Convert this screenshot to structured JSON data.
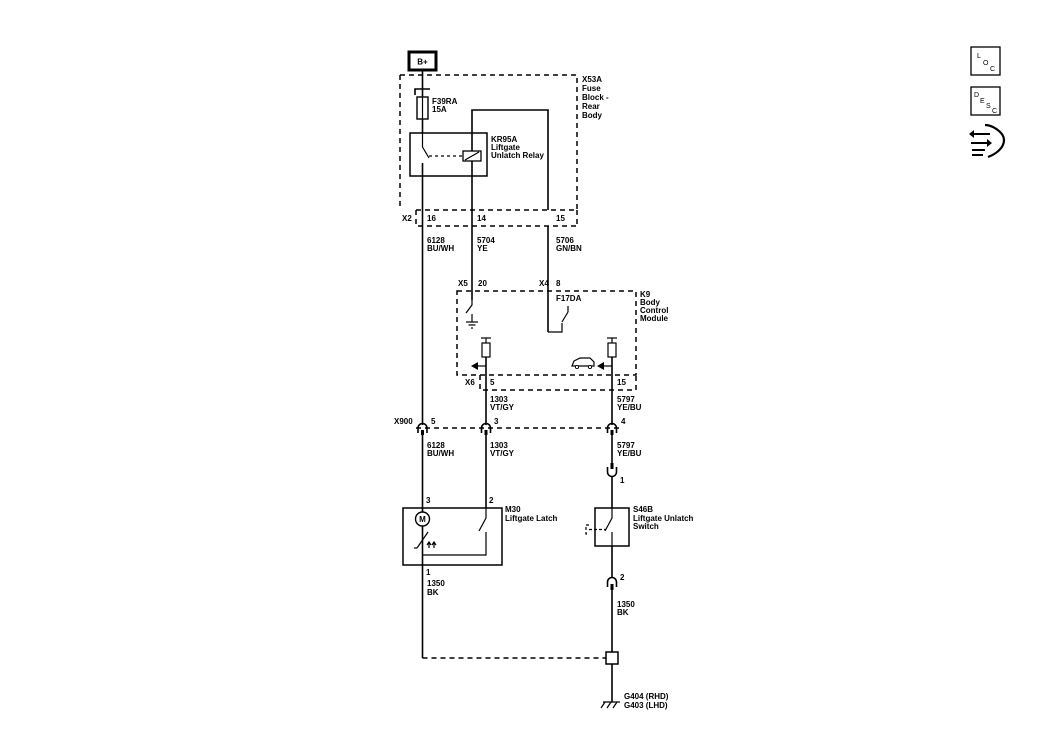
{
  "power": {
    "label": "B+"
  },
  "fuse_block": {
    "id": "X53A",
    "name": [
      "Fuse",
      "Block -",
      "Rear",
      "Body"
    ]
  },
  "fuse": {
    "id": "F39RA",
    "rating": "15A"
  },
  "relay": {
    "id": "KR95A",
    "name": [
      "Liftgate",
      "Unlatch Relay"
    ]
  },
  "connector_x2": {
    "id": "X2",
    "pins": [
      "16",
      "14",
      "15"
    ]
  },
  "wires": {
    "w6128_top": {
      "circuit": "6128",
      "color": "BU/WH"
    },
    "w5704": {
      "circuit": "5704",
      "color": "YE"
    },
    "w5706": {
      "circuit": "5706",
      "color": "GN/BN"
    },
    "w1303_top": {
      "circuit": "1303",
      "color": "VT/GY"
    },
    "w5797_top": {
      "circuit": "5797",
      "color": "YE/BU"
    },
    "w6128_bot": {
      "circuit": "6128",
      "color": "BU/WH"
    },
    "w1303_bot": {
      "circuit": "1303",
      "color": "VT/GY"
    },
    "w5797_bot": {
      "circuit": "5797",
      "color": "YE/BU"
    },
    "w1350_left": {
      "circuit": "1350",
      "color": "BK"
    },
    "w1350_right": {
      "circuit": "1350",
      "color": "BK"
    }
  },
  "bcm": {
    "id": "K9",
    "name": [
      "Body",
      "Control",
      "Module"
    ],
    "internal_fuse": "F17DA"
  },
  "connector_x5": {
    "id": "X5",
    "pin": "20"
  },
  "connector_x4": {
    "id": "X4",
    "pin": "8"
  },
  "connector_x6": {
    "id": "X6",
    "pins": [
      "5",
      "15"
    ]
  },
  "connector_x900": {
    "id": "X900",
    "pins": [
      "5",
      "3",
      "4"
    ]
  },
  "latch": {
    "id": "M30",
    "name": "Liftgate Latch",
    "pin_a": "3",
    "pin_b": "2",
    "pin_ground": "1",
    "motor_symbol": "M"
  },
  "switch": {
    "id": "S46B",
    "name": [
      "Liftgate Unlatch",
      "Switch"
    ],
    "pin_top": "1",
    "pin_bottom": "2"
  },
  "ground": {
    "lines": [
      "G404  (RHD)",
      "G403  (LHD)"
    ]
  },
  "side_icons": {
    "loc": {
      "letters": [
        "L",
        "O",
        "C"
      ]
    },
    "desc": {
      "letters": [
        "D",
        "E",
        "S",
        "C"
      ]
    },
    "tools": {
      "icon": "wrench-arrows-icon"
    }
  }
}
